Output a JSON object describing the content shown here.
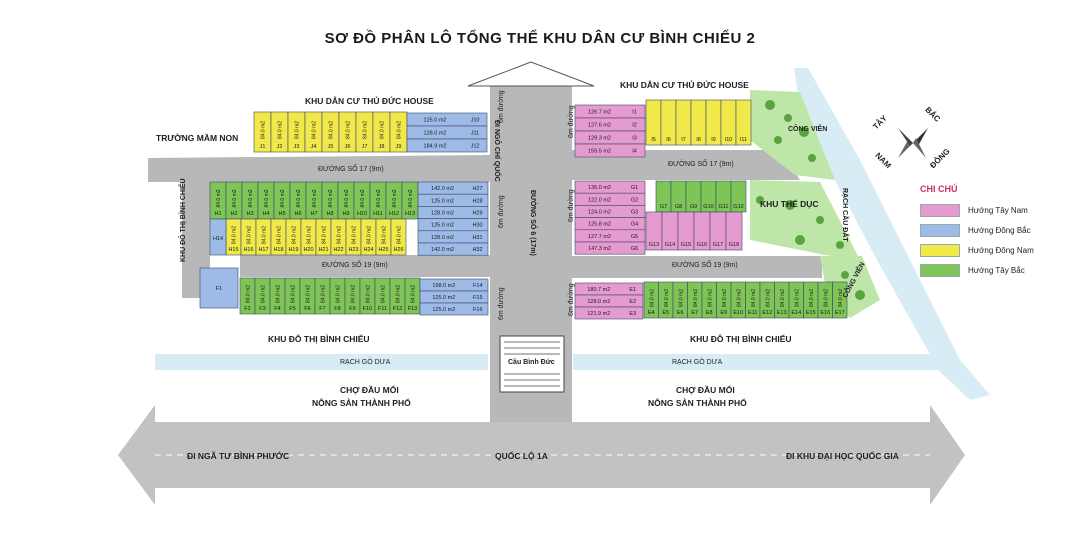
{
  "title": "SƠ ĐỒ PHÂN LÔ TỔNG THỂ KHU DÂN CƯ BÌNH CHIỂU 2",
  "colors": {
    "tay_nam": "#e59bd0",
    "dong_bac": "#9dbbe6",
    "dong_nam": "#f1e94a",
    "tay_bac": "#7fc456",
    "road": "#b8b8b8",
    "river": "#d8ecf6",
    "park": "#bfe6a9"
  },
  "labels": {
    "khu_tdh_left": "KHU DÂN CƯ THỦ ĐỨC HOUSE",
    "khu_tdh_right": "KHU DÂN CƯ THỦ ĐỨC HOUSE",
    "mam_non": "TRƯỜNG MẦM NON",
    "ngo_chi_quoc": "ĐI NGÔ CHÍ QUỐC",
    "duong_so_17_left": "ĐƯỜNG SỐ 17 (9m)",
    "duong_so_17_right": "ĐƯỜNG SỐ 17 (9m)",
    "duong_so_19_left": "ĐƯỜNG SỐ 19 (9m)",
    "duong_so_19_right": "ĐƯỜNG SỐ 19 (9m)",
    "duong_so_6": "ĐƯỜNG SỐ 6 (17m)",
    "do_thi_binh_chieu_side": "KHU ĐÔ THỊ BÌNH CHIỂU",
    "do_thi_binh_chieu_left": "KHU ĐÔ THỊ BÌNH CHIỂU",
    "do_thi_binh_chieu_right": "KHU ĐÔ THỊ BÌNH CHIỂU",
    "cong_vien_top": "CÔNG VIÊN",
    "cong_vien_right": "CÔNG VIÊN",
    "khu_the_duc": "KHU THỂ DỤC",
    "rach_cau_dat": "RẠCH CẦU ĐẤT",
    "rach_go_dua_left": "RẠCH GÒ DƯA",
    "rach_go_dua_right": "RẠCH GÒ DƯA",
    "cau_binh_duc": "Cầu Bình Đức",
    "cho_left_1": "CHỢ ĐẦU MỐI",
    "cho_left_2": "NÔNG SẢN THÀNH PHỐ",
    "cho_right_1": "CHỢ ĐẦU MỐI",
    "cho_right_2": "NÔNG SẢN THÀNH PHỐ",
    "di_nga_tu": "ĐI NGÃ TƯ BÌNH PHƯỚC",
    "quoc_lo": "QUỐC LỘ 1A",
    "di_dai_hoc": "ĐI KHU ĐẠI HỌC QUỐC GIA",
    "road_6m": "6m đường"
  },
  "compass": {
    "tay": "TÂY",
    "bac": "BẮC",
    "nam": "NAM",
    "dong": "ĐÔNG"
  },
  "legend": {
    "title": "CHI CHÚ",
    "items": [
      {
        "label": "Hướng Tây Nam",
        "color": "#e59bd0"
      },
      {
        "label": "Hướng Đông Bắc",
        "color": "#9dbbe6"
      },
      {
        "label": "Hướng Đông Nam",
        "color": "#f1e94a"
      },
      {
        "label": "Hướng Tây Bắc",
        "color": "#7fc456"
      }
    ]
  },
  "blocks": {
    "J_row": [
      "J1",
      "J2",
      "J3",
      "J4",
      "J5",
      "J6",
      "J7",
      "J8",
      "J9"
    ],
    "J_area": "84.0 m2",
    "J_big": [
      {
        "id": "J10",
        "area": "125.0 m2"
      },
      {
        "id": "J11",
        "area": "128.0 m2"
      },
      {
        "id": "J12",
        "area": "184.9 m2"
      }
    ],
    "H_top": [
      "H1",
      "H2",
      "H3",
      "H4",
      "H5",
      "H6",
      "H7",
      "H8",
      "H9",
      "H10",
      "H11",
      "H12",
      "H13"
    ],
    "H_bottom": [
      "H15",
      "H16",
      "H17",
      "H18",
      "H19",
      "H20",
      "H21",
      "H22",
      "H23",
      "H24",
      "H25",
      "H26"
    ],
    "H_area": "84.0 m2",
    "H_big": [
      {
        "id": "H27",
        "area": "142.0 m2"
      },
      {
        "id": "H28",
        "area": "125.0 m2"
      },
      {
        "id": "H29",
        "area": "128.0 m2"
      },
      {
        "id": "H30",
        "area": "125.0 m2"
      },
      {
        "id": "H31",
        "area": "128.0 m2"
      },
      {
        "id": "H32",
        "area": "142.0 m2"
      }
    ],
    "F_row": [
      "F2",
      "F3",
      "F4",
      "F5",
      "F6",
      "F7",
      "F8",
      "F9",
      "F10",
      "F11",
      "F12",
      "F13"
    ],
    "F_area": "84.0 m2",
    "F_big": [
      {
        "id": "F14",
        "area": "198.0 m2"
      },
      {
        "id": "F15",
        "area": "125.0 m2"
      },
      {
        "id": "F16",
        "area": "125.0 m2"
      }
    ],
    "I_big": [
      {
        "id": "I1",
        "area": "126.7 m2"
      },
      {
        "id": "I2",
        "area": "127.6 m2"
      },
      {
        "id": "I3",
        "area": "129.3 m2"
      },
      {
        "id": "I4",
        "area": "159.5 m2"
      }
    ],
    "I_row": [
      "I5",
      "I6",
      "I7",
      "I8",
      "I9",
      "I10",
      "I11"
    ],
    "G_big": [
      {
        "id": "G1",
        "area": "136.0 m2"
      },
      {
        "id": "G2",
        "area": "122.0 m2"
      },
      {
        "id": "G3",
        "area": "124.0 m2"
      },
      {
        "id": "G4",
        "area": "125.8 m2"
      },
      {
        "id": "G5",
        "area": "127.7 m2"
      },
      {
        "id": "G6",
        "area": "147.3 m2"
      }
    ],
    "G_top": [
      "G7",
      "G8",
      "G9",
      "G10",
      "G11",
      "G12"
    ],
    "G_bottom": [
      "G13",
      "G14",
      "G15",
      "G16",
      "G17",
      "G18"
    ],
    "E_big": [
      {
        "id": "E1",
        "area": "180.7 m2"
      },
      {
        "id": "E2",
        "area": "128.0 m2"
      },
      {
        "id": "E3",
        "area": "121.9 m2"
      }
    ],
    "E_row": [
      "E4",
      "E5",
      "E6",
      "E7",
      "E8",
      "E9",
      "E10",
      "E11",
      "E12",
      "E13",
      "E14",
      "E15",
      "E16",
      "E17"
    ],
    "E_area": "84.0 m2"
  }
}
